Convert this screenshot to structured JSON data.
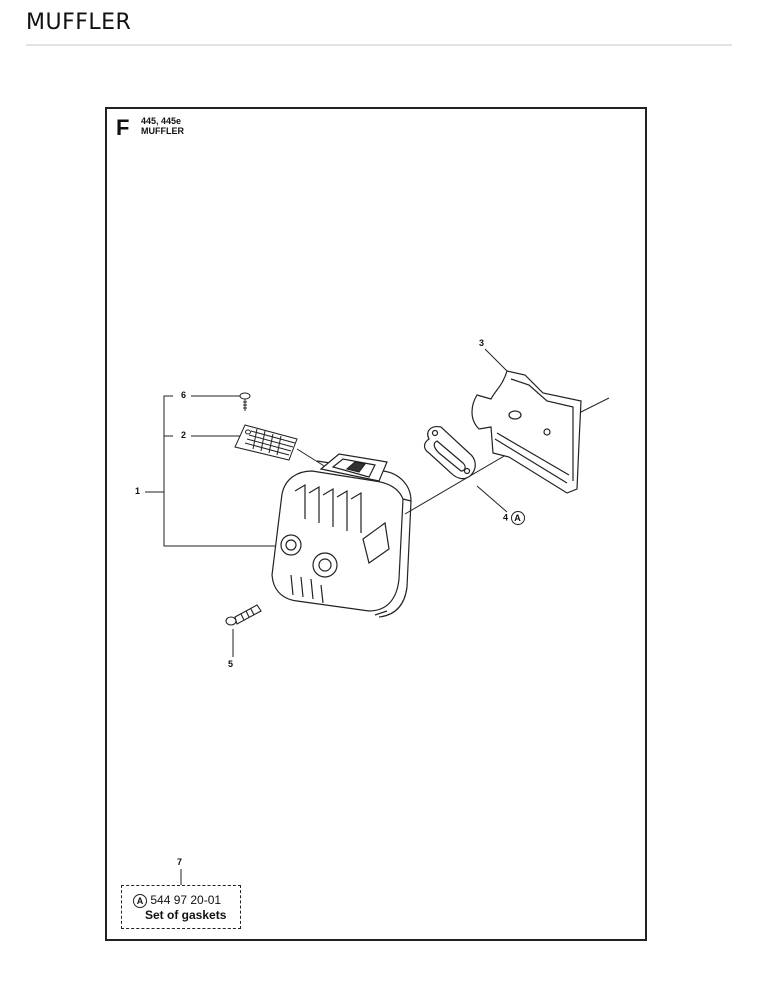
{
  "page": {
    "title": "MUFFLER"
  },
  "section": {
    "letter": "F",
    "models": "445, 445e",
    "name": "MUFFLER"
  },
  "callouts": {
    "c1": "1",
    "c2": "2",
    "c3": "3",
    "c4": "4",
    "c5": "5",
    "c6": "6",
    "c7": "7"
  },
  "kit_marker": "A",
  "kit": {
    "part_number": "544 97 20-01",
    "description": "Set of gaskets"
  }
}
